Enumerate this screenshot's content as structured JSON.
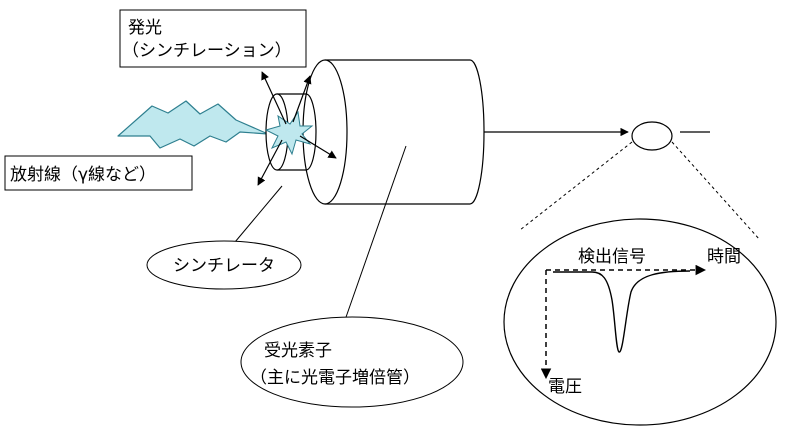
{
  "labels": {
    "emission_line1": "発光",
    "emission_line2": "（シンチレーション）",
    "radiation": "放射線（γ線など）",
    "scintillator": "シンチレータ",
    "photodetector_line1": "受光素子",
    "photodetector_line2": "（主に光電子増倍管）",
    "signal": "検出信号",
    "time_axis": "時間",
    "voltage_axis": "電圧"
  },
  "colors": {
    "lightning_fill": "#bfe8ee",
    "lightning_stroke": "#2e7f8f",
    "line": "#000000"
  }
}
